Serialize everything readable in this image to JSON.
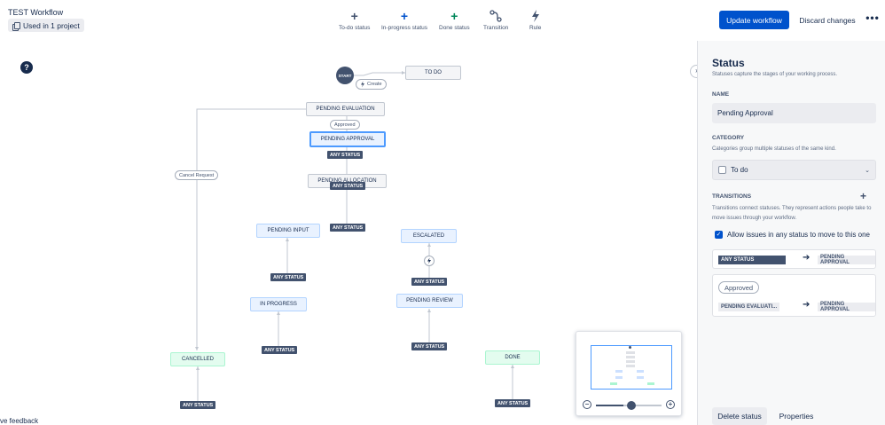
{
  "header": {
    "title": "TEST Workflow",
    "used_in": "Used in 1 project",
    "tools": [
      {
        "label": "To-do status",
        "icon": "+",
        "color": "#42526e"
      },
      {
        "label": "In-progress status",
        "icon": "+",
        "color": "#0052cc"
      },
      {
        "label": "Done status",
        "icon": "+",
        "color": "#00875a"
      },
      {
        "label": "Transition",
        "icon": "transition-icon"
      },
      {
        "label": "Rule",
        "icon": "bolt-icon"
      }
    ],
    "update_label": "Update workflow",
    "discard_label": "Discard changes",
    "more": "•••"
  },
  "canvas": {
    "help": "?",
    "start": "START",
    "create": "Create",
    "feedback": "ve feedback",
    "any_status": "ANY STATUS",
    "approved": "Approved",
    "cancel_request": "Cancel Request",
    "statuses": {
      "to_do": "TO DO",
      "pending_evaluation": "PENDING EVALUATION",
      "pending_approval": "PENDING APPROVAL",
      "pending_allocation": "PENDING ALLOCATION",
      "pending_input": "PENDING INPUT",
      "escalated": "ESCALATED",
      "in_progress": "IN PROGRESS",
      "pending_review": "PENDING REVIEW",
      "cancelled": "CANCELLED",
      "done": "DONE"
    }
  },
  "minimap": {
    "zoom_out": "−",
    "zoom_in": "+",
    "zoom_level": 0.42
  },
  "panel": {
    "collapse": "›",
    "title": "Status",
    "subtitle": "Statuses capture the stages of your working process.",
    "name_label": "NAME",
    "name_value": "Pending Approval",
    "category_label": "CATEGORY",
    "category_help": "Categories group multiple statuses of the same kind.",
    "category_value": "To do",
    "transitions_label": "TRANSITIONS",
    "transitions_help": "Transitions connect statuses. They represent actions people take to move issues through your workflow.",
    "allow_any": "Allow issues in any status to move to this one",
    "card1_from": "ANY STATUS",
    "card1_to": "PENDING APPROVAL",
    "card2_label": "Approved",
    "card2_from": "PENDING EVALUATI...",
    "card2_to": "PENDING APPROVAL",
    "delete_label": "Delete status",
    "properties_label": "Properties"
  }
}
